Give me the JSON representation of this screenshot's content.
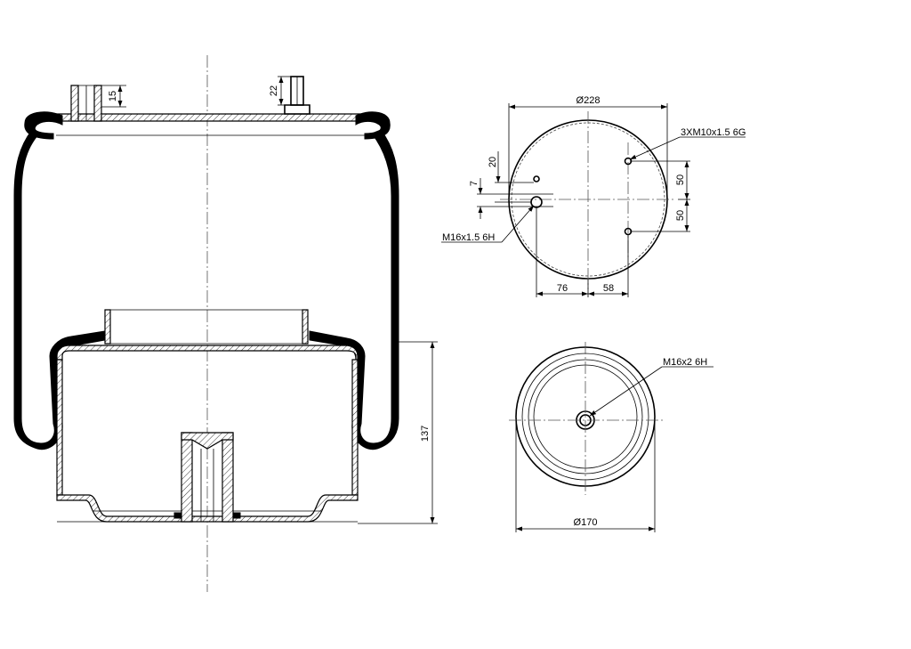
{
  "side_view": {
    "dim_top_stud_height": "15",
    "dim_top_bolt_height": "22",
    "dim_piston_height": "137"
  },
  "top_view": {
    "dim_diameter": "Ø228",
    "callout_studs": "3XM10x1.5 6G",
    "callout_port": "M16x1.5 6H",
    "dim_offset_20": "20",
    "dim_offset_7": "7",
    "dim_spacing_upper": "50",
    "dim_spacing_lower": "50",
    "dim_offset_76": "76",
    "dim_offset_58": "58"
  },
  "bottom_view": {
    "callout_thread": "M16x2 6H",
    "dim_diameter": "Ø170"
  }
}
